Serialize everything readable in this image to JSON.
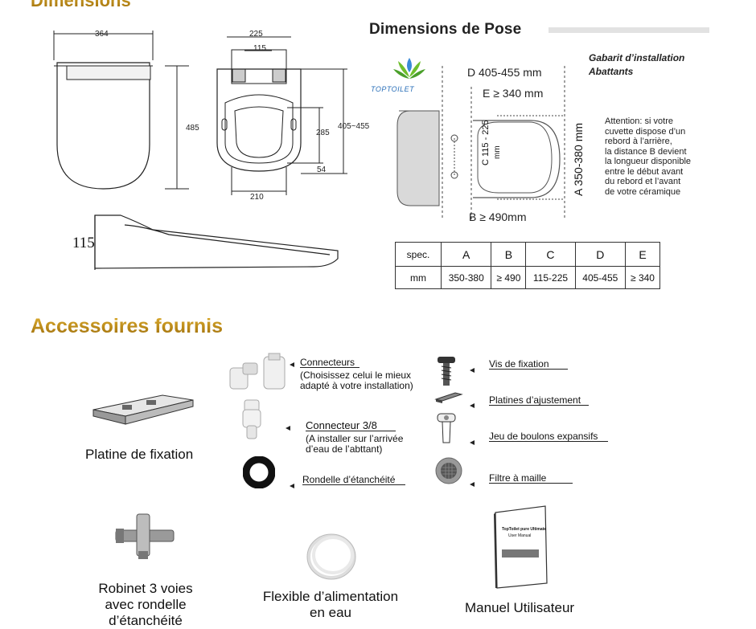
{
  "sections": {
    "dimensions_title": "Dimensions",
    "pose_title": "Dimensions de Pose",
    "accessories_title": "Accessoires fournis"
  },
  "drawing_labels": {
    "width_top": "364",
    "height_side": "485",
    "width_225": "225",
    "width_115": "115",
    "height_285": "285",
    "range_405_455": "405~455",
    "dim_54": "54",
    "width_210": "210",
    "side_height": "115"
  },
  "pose": {
    "brand": "TOPTOILET",
    "gabarit_line1": "Gabarit d’installation",
    "gabarit_line2": "Abattants",
    "dim_D": "D 405-455 mm",
    "dim_E": "E ≥ 340 mm",
    "dim_C": "C 115 - 225",
    "dim_C_unit": "mm",
    "dim_A": "A 350-380 mm",
    "dim_B": "B ≥ 490mm",
    "note": [
      "Attention: si votre",
      "cuvette dispose d’un",
      "rebord à l’arrière,",
      "la distance B devient",
      "la longueur disponible",
      "entre le début avant",
      "du rebord et l’avant",
      "de votre céramique"
    ]
  },
  "spec_table": {
    "header": [
      "spec.",
      "A",
      "B",
      "C",
      "D",
      "E"
    ],
    "row": [
      "mm",
      "350-380",
      "≥ 490",
      "115-225",
      "405-455",
      "≥ 340"
    ]
  },
  "accessories": {
    "connecteurs": "Connecteurs",
    "connecteurs_sub1": "(Choisissez celui le mieux",
    "connecteurs_sub2": "adapté à votre installation)",
    "connecteur38": "Connecteur 3/8",
    "connecteur38_sub1": "(A installer sur l’arrivée",
    "connecteur38_sub2": "d’eau de l’abttant)",
    "rondelle": "Rondelle d’étanchéité",
    "vis": "Vis de fixation",
    "platines": "Platines d’ajustement",
    "boulons": "Jeu de boulons expansifs",
    "filtre": "Filtre à maille",
    "platine_fixation": "Platine de fixation",
    "robinet1": "Robinet 3 voies",
    "robinet2": "avec rondelle",
    "robinet3": "d’étanchéité",
    "flexible1": "Flexible d’alimentation",
    "flexible2": "en eau",
    "manuel": "Manuel Utilisateur",
    "manual_cover_title": "TopToilet pure Ultimate",
    "manual_cover_sub": "User Manual"
  },
  "colors": {
    "gold": "#b8860b",
    "gray_bar": "#e2e2e2",
    "seat_fill": "#d9d9d9"
  }
}
